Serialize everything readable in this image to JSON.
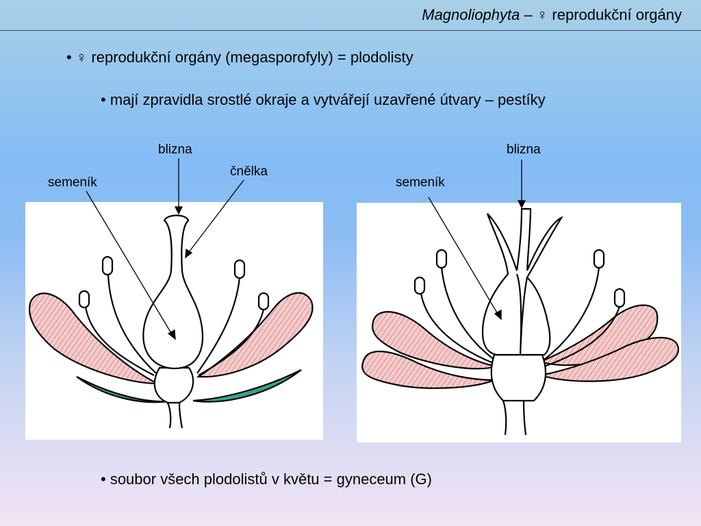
{
  "header": {
    "title_italic": "Magnoliophyta",
    "title_rest": " – ♀ reprodukční orgány"
  },
  "bullets": {
    "b1": "• ♀ reprodukční orgány (megasporofyly) = plodolisty",
    "b2": "• mají zpravidla srostlé okraje a vytvářejí uzavřené útvary – pestíky",
    "b3": "• soubor všech plodolistů v květu = gyneceum (G)"
  },
  "diagram_left": {
    "label_blizna": "blizna",
    "label_cnelka": "čnělka",
    "label_semenik": "semeník"
  },
  "diagram_right": {
    "label_blizna": "blizna",
    "label_semenik": "semeník"
  },
  "colors": {
    "petal": "#f0c8c8",
    "petal_stroke": "#c03030",
    "sepal": "#3aa08a"
  }
}
